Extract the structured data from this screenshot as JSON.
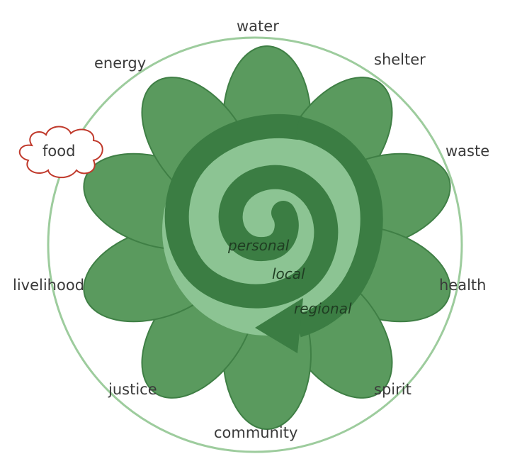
{
  "colors": {
    "ring": "#9dcc9d",
    "petal": "#5a9a5e",
    "petal_stroke": "#3f7f45",
    "center_disc": "#8cc493",
    "spiral": "#3b7d43",
    "cloud_stroke": "#c0392b",
    "label_text": "#3a3a3a"
  },
  "outer_labels": {
    "water": "water",
    "shelter": "shelter",
    "waste": "waste",
    "health": "health",
    "spirit": "spirit",
    "community": "community",
    "justice": "justice",
    "livelihood": "livelihood",
    "food": "food",
    "energy": "energy"
  },
  "inner_labels": {
    "personal": "personal",
    "local": "local",
    "regional": "regional"
  },
  "highlight": {
    "label": "food",
    "shape": "cloud-outline"
  }
}
